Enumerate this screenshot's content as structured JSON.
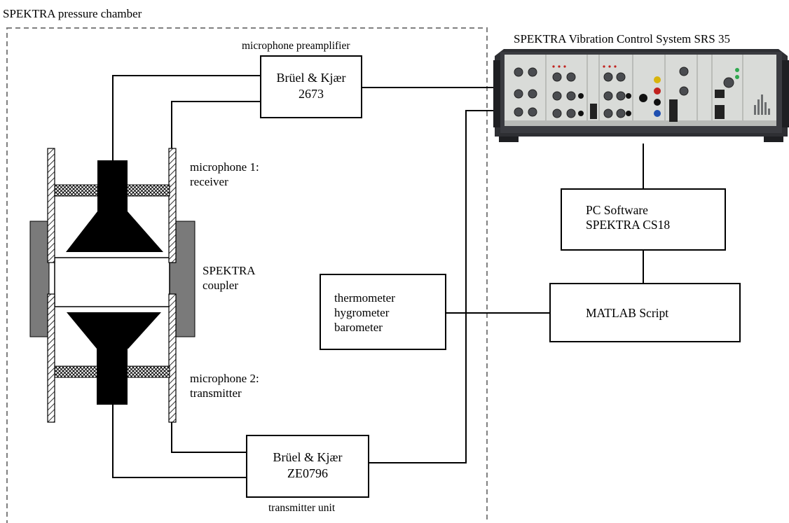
{
  "chamber": {
    "title": "SPEKTRA pressure chamber"
  },
  "preamp": {
    "caption": "microphone preamplifier",
    "line1": "Brüel & Kjær",
    "line2": "2673"
  },
  "transmitter": {
    "caption": "transmitter unit",
    "line1": "Brüel & Kjær",
    "line2": "ZE0796"
  },
  "microphone1": {
    "line1": "microphone 1:",
    "line2": "receiver"
  },
  "microphone2": {
    "line1": "microphone 2:",
    "line2": "transmitter"
  },
  "coupler": {
    "line1": "SPEKTRA",
    "line2": "coupler"
  },
  "sensors": {
    "line1": "thermometer",
    "line2": "hygrometer",
    "line3": "barometer"
  },
  "vcs": {
    "title": "SPEKTRA Vibration Control System SRS 35"
  },
  "software": {
    "line1": "PC Software",
    "line2": "SPEKTRA CS18"
  },
  "matlab": {
    "label": "MATLAB Script"
  },
  "colors": {
    "line": "#000000",
    "chamber_border": "#808080",
    "coupler_gray": "#7a7a7a",
    "rack_dark": "#2e2f33",
    "rack_panel": "#d9dbd8"
  }
}
